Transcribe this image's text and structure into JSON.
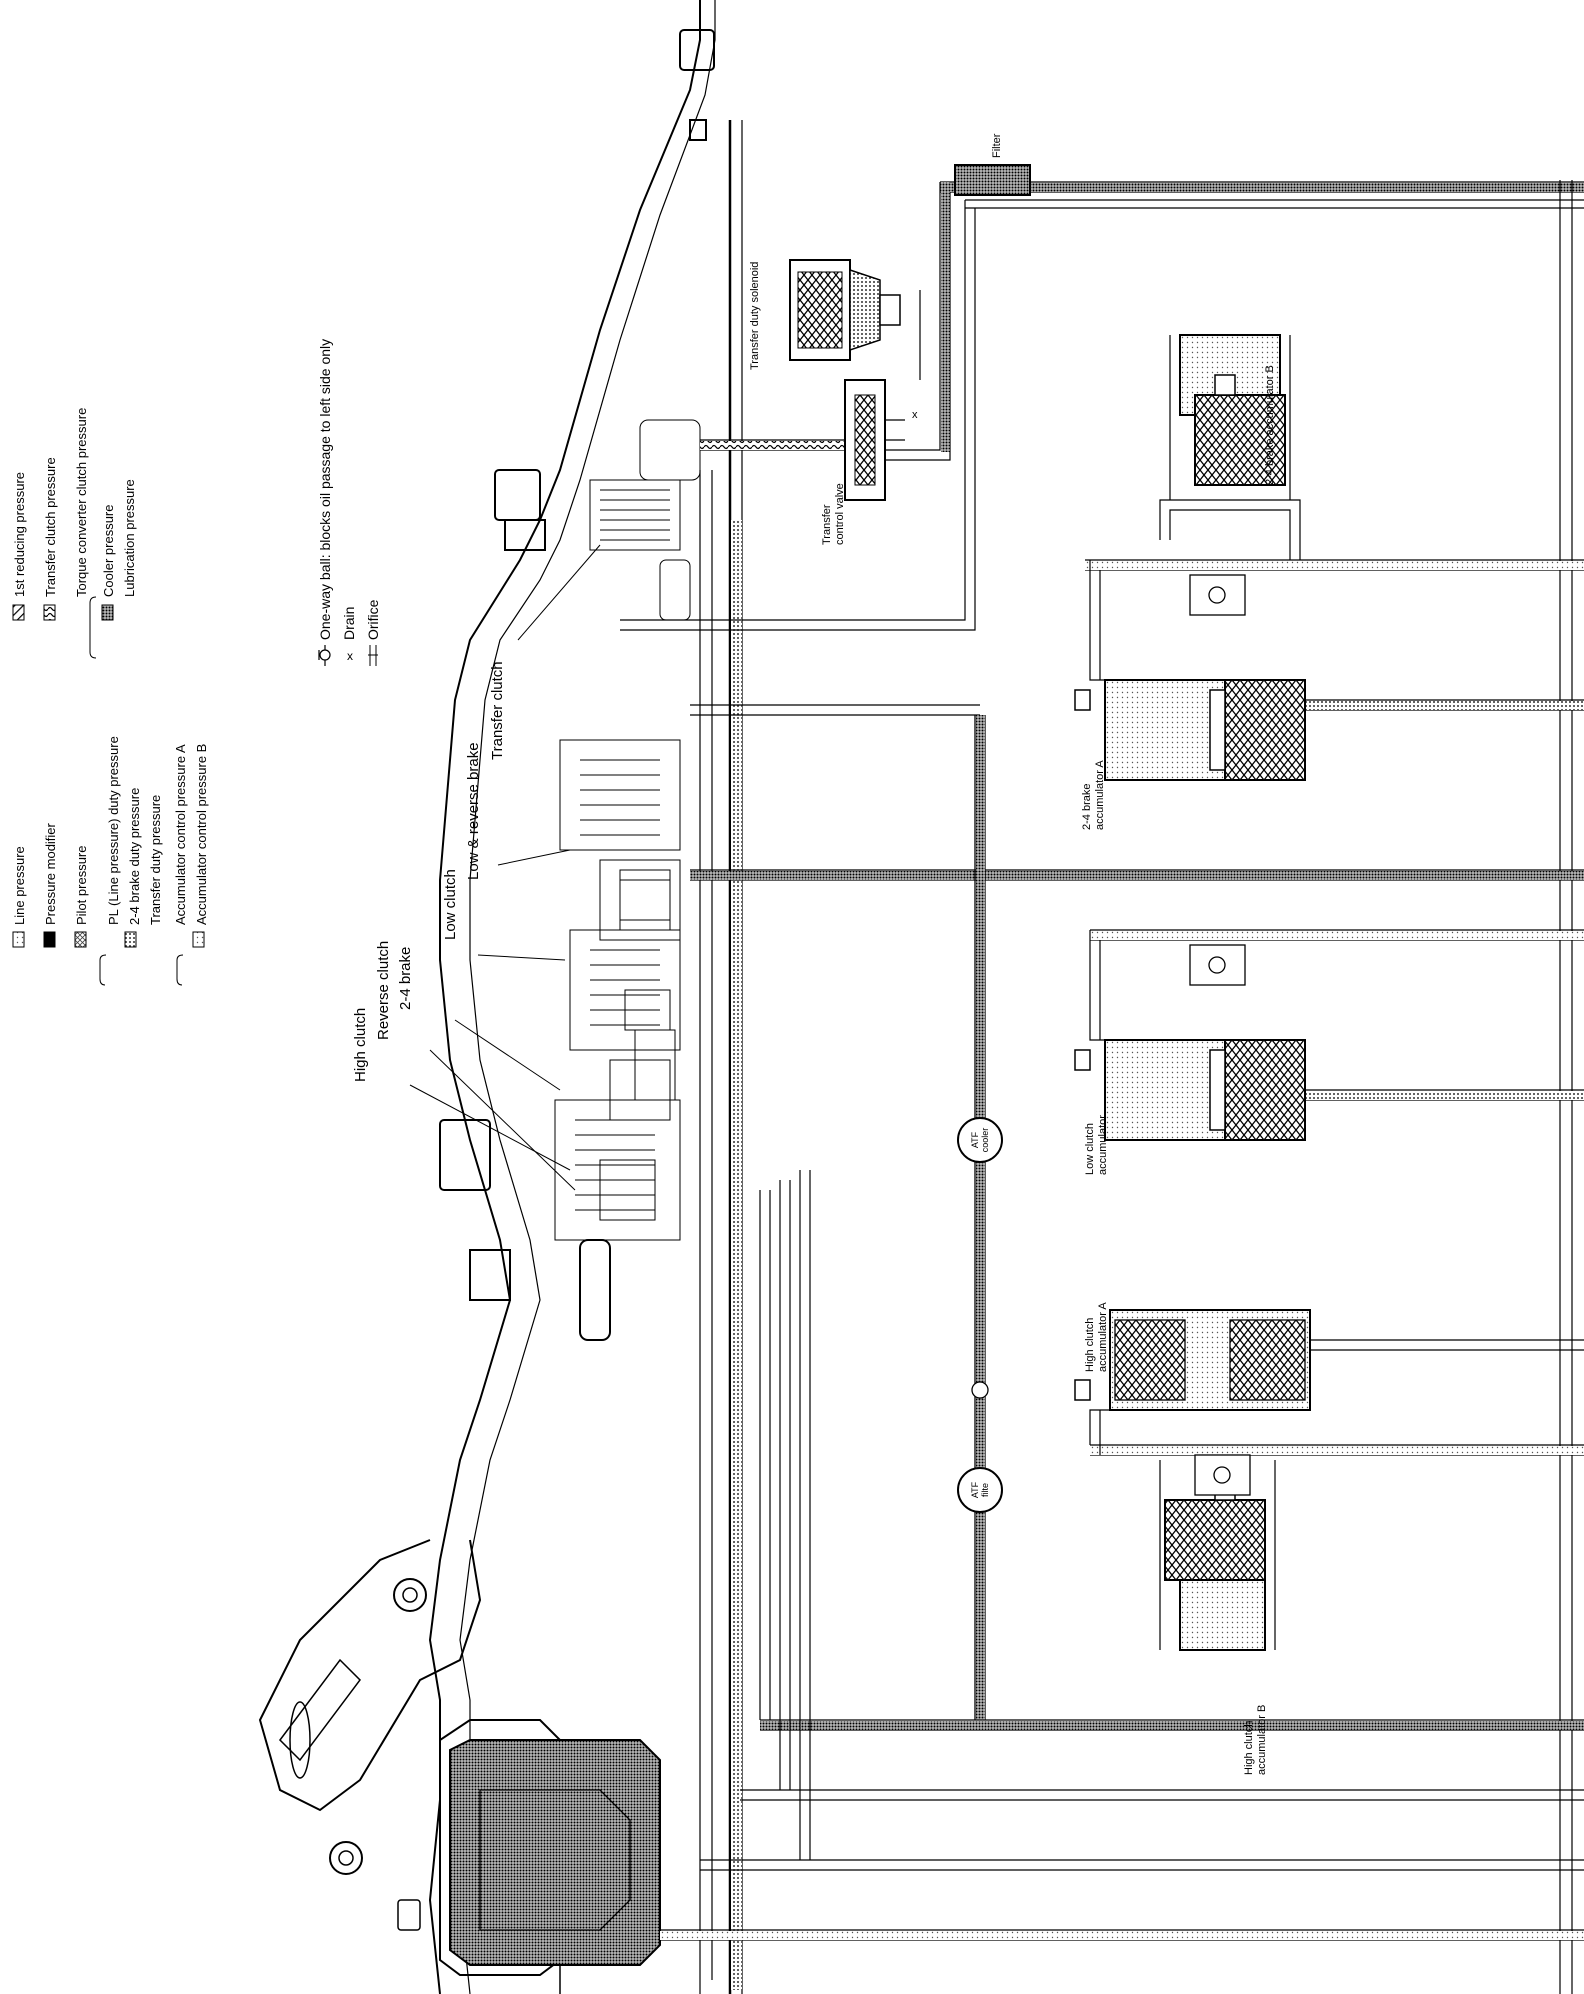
{
  "legend": {
    "col1": [
      {
        "label": "Line pressure",
        "swatch": "line-pressure-icon"
      },
      {
        "label": "Pressure modifier",
        "swatch": "pressure-modifier-icon"
      },
      {
        "label": "Pilot pressure",
        "swatch": "pilot-pressure-icon"
      },
      {
        "label": "PL (Line pressure) duty pressure",
        "swatch": "pl-duty-pressure-icon"
      },
      {
        "label": "2-4 brake duty pressure",
        "swatch": ""
      },
      {
        "label": "Transfer duty pressure",
        "swatch": ""
      },
      {
        "label": "Accumulator control pressure A",
        "swatch": "accumulator-control-icon"
      },
      {
        "label": "Accumulator control pressure B",
        "swatch": ""
      }
    ],
    "col2": [
      {
        "label": "1st reducing pressure",
        "swatch": "first-reducing-pressure-icon"
      },
      {
        "label": "Transfer clutch pressure",
        "swatch": "transfer-clutch-pressure-icon"
      },
      {
        "label": "Torque converter clutch pressure",
        "swatch": ""
      },
      {
        "label": "Cooler pressure",
        "swatch": "cooler-pressure-icon"
      },
      {
        "label": "Lubrication pressure",
        "swatch": ""
      }
    ],
    "symbols": [
      {
        "label": "One-way ball: blocks oil passage to left side only",
        "icon": "one-way-ball-icon"
      },
      {
        "label": "Drain",
        "icon": "drain-icon"
      },
      {
        "label": "Orifice",
        "icon": "orifice-icon"
      }
    ]
  },
  "callouts": {
    "high_clutch": "High clutch",
    "reverse_clutch": "Reverse clutch",
    "brake_24": "2-4 brake",
    "low_clutch": "Low clutch",
    "low_reverse_brake": "Low & reverse brake",
    "transfer_clutch": "Transfer clutch"
  },
  "components": {
    "filter": "Filter",
    "transfer_duty_solenoid": "Transfer duty solenoid",
    "transfer_control_valve": [
      "Transfer",
      "control valve"
    ],
    "brake_24_acc_b": "2-4 brake accumulator B",
    "brake_24_acc_a": [
      "2-4 brake",
      "accumulator A"
    ],
    "low_clutch_acc": [
      "Low clutch",
      "accumulator"
    ],
    "high_clutch_acc_a": [
      "High clutch",
      "accumulator A"
    ],
    "high_clutch_acc_b": [
      "High clutch",
      "accumulator B"
    ],
    "atf_cooler": [
      "ATF",
      "cooler"
    ],
    "atf_filter": [
      "ATF",
      "filte"
    ],
    "drain_mark": "x"
  }
}
